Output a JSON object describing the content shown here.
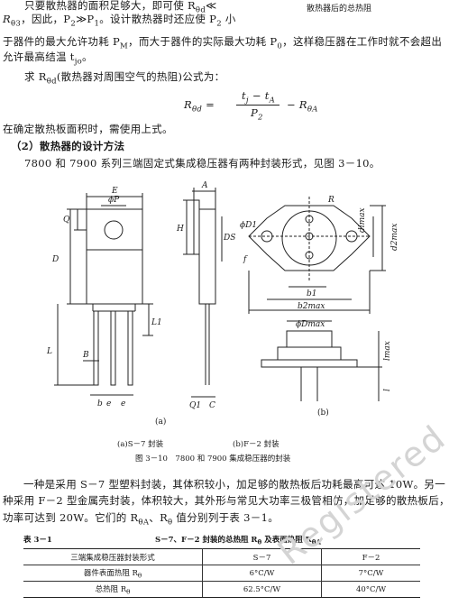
{
  "header_right": "散热器后的总热阻",
  "para1": {
    "line1": "只要散热器的面积足够大，即可使 R",
    "line1_sub": "θd",
    "line1_tail": "≪",
    "line2": "R",
    "line2_sub": "θ3",
    "line2_b": "，因此，P",
    "line2_b_sub": "2",
    "line2_c": "≫P",
    "line2_c_sub": "1",
    "line2_d": "。设计散热器时还应使 P",
    "line2_d_sub": "2",
    "line2_e": " 小",
    "line3": "于器件的最大允许功耗 P",
    "line3_sub": "M",
    "line3_b": "，而大于器件的实际最大功耗 P",
    "line3_b_sub": "0",
    "line3_c": "，这样稳压器在工作时就不会超出",
    "line4": "允许最高结温 t",
    "line4_sub": "jo",
    "line4_end": "。"
  },
  "para2": {
    "text": "求 R",
    "sub": "θd",
    "tail": "(散热器对周围空气的热阻)公式为："
  },
  "formula": {
    "lhs": "R",
    "lhs_sub": "θd",
    "eq": "=",
    "num": "t",
    "num_sub": "j",
    "num_minus": " − t",
    "num_sub2": "A",
    "den": "P",
    "den_sub": "2",
    "minus": "− R",
    "minus_sub": "θA"
  },
  "para3": "在确定散热板面积时，需使用上式。",
  "section_title": "（2）散热器的设计方法",
  "para4": "7800 和 7900 系列三端固定式集成稳压器有两种封装形式，见图 3－10。",
  "figure": {
    "labels_a": {
      "E": "E",
      "phiP": "ϕP",
      "Q": "Q",
      "D": "D",
      "L1": "L1",
      "L": "L",
      "B": "B",
      "b": "b",
      "e1": "e",
      "e2": "e",
      "A": "A",
      "H": "H",
      "DS": "DS",
      "Q1": "Q1",
      "C": "C",
      "sub_a": "(a)"
    },
    "labels_b": {
      "R": "R",
      "phiD1": "ϕD1",
      "f": "f",
      "dimax": "dimax",
      "d2max": "d2max",
      "b1": "b1",
      "b2max": "b2max",
      "phiDmax": "ϕDmax",
      "lmax": "lmax",
      "l": "l",
      "sub_b": "(b)"
    },
    "caption_a": "(a)S－7 封装",
    "caption_b": "(b)F－2 封装",
    "caption_main": "图 3－10　7800 和 7900 集成稳压器的封装"
  },
  "para5": {
    "line1": "一种是采用 S－7 型塑料封装，其体积较小，加足够的散热板后功耗最高可达 10W。另一",
    "line2": "种采用 F－2 型金属壳封装，体积较大，其外形与常见大功率三极管相仿，加足够的散热板后，",
    "line3": "功率可达到 20W。它们的 R",
    "line3_sub": "θA",
    "line3_b": "、R",
    "line3_b_sub": "θ",
    "line3_c": " 值分别列于表 3－1。"
  },
  "table": {
    "label": "表 3－1",
    "title": "S－7、F－2 封装的总热阻 R",
    "title_sub": "θ",
    "title_b": " 及表面热阻 R",
    "title_b_sub": "θA",
    "rows": [
      [
        "三端集成稳压器封装形式",
        "S－7",
        "F－2"
      ],
      [
        "器件表面热阻 R",
        "6°C/W",
        "7°C/W"
      ],
      [
        "总热阻 R",
        "62.5°C/W",
        "40°C/W"
      ]
    ],
    "row2_sub": "θ",
    "row3_sub": "θ"
  },
  "watermark": "Registered"
}
